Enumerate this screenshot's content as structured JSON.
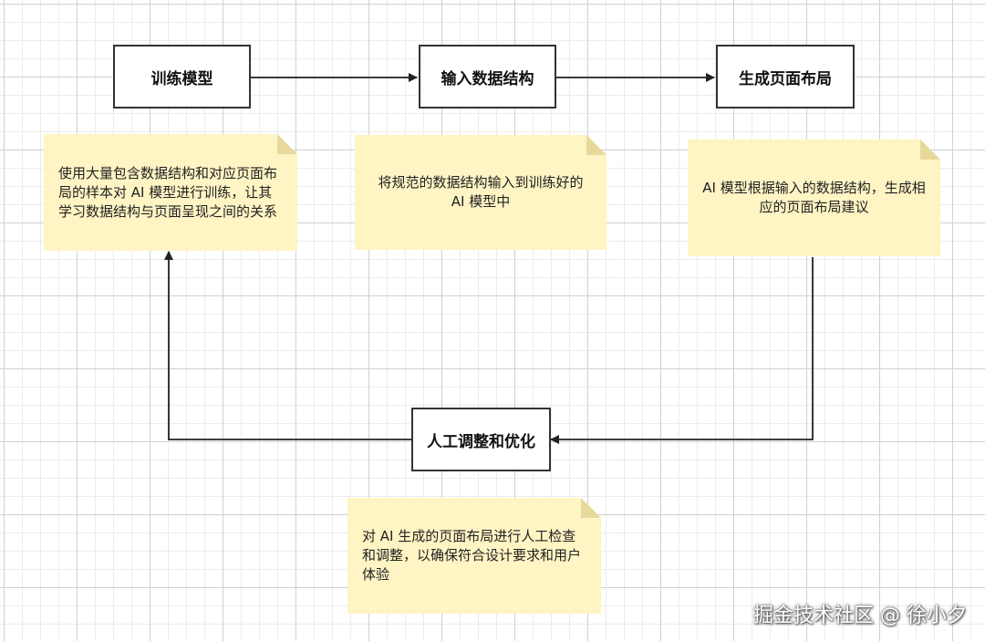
{
  "nodes": {
    "train": "训练模型",
    "input": "输入数据结构",
    "generate": "生成页面布局",
    "adjust": "人工调整和优化"
  },
  "notes": {
    "train": "使用大量包含数据结构和对应页面布局的样本对 AI 模型进行训练，让其学习数据结构与页面呈现之间的关系",
    "input": "将规范的数据结构输入到训练好的 AI 模型中",
    "generate": "AI 模型根据输入的数据结构，生成相应的页面布局建议",
    "adjust": "对 AI 生成的页面布局进行人工检查和调整，以确保符合设计要求和用户体验"
  },
  "colors": {
    "note_fill": "#fff4c4",
    "edge": "#222222"
  },
  "watermark": "掘金技术社区 @ 徐小夕"
}
